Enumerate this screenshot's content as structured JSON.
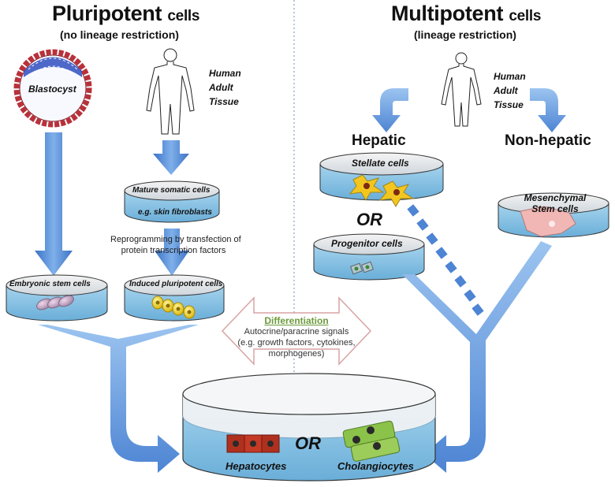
{
  "left": {
    "title": "Pluripotent",
    "title_suffix": "cells",
    "subtitle": "(no lineage restriction)",
    "blastocyst": "Blastocyst",
    "human": [
      "Human",
      "Adult",
      "Tissue"
    ],
    "mature_dish": "Mature somatic cells",
    "mature_sub": "e.g. skin fibroblasts",
    "reprogramming": [
      "Reprogramming by  transfection of",
      "protein transcription factors"
    ],
    "esc_dish": "Embryonic stem cells",
    "ipsc_dish": "Induced pluripotent cells"
  },
  "right": {
    "title": "Multipotent",
    "title_suffix": "cells",
    "subtitle": "(lineage restriction)",
    "human": [
      "Human",
      "Adult",
      "Tissue"
    ],
    "hepatic": "Hepatic",
    "non_hepatic": "Non-hepatic",
    "stellate_dish": "Stellate cells",
    "or": "OR",
    "progenitor_dish": "Progenitor cells",
    "mesenchymal_dish": [
      "Mesenchymal",
      "Stem cells"
    ]
  },
  "center": {
    "differentiation": "Differentiation",
    "signals": [
      "Autocrine/paracrine signals",
      "(e.g. growth factors, cytokines,",
      "morphogenes)"
    ]
  },
  "bottom": {
    "hepatocytes": "Hepatocytes",
    "or": "OR",
    "cholangiocytes": "Cholangiocytes"
  },
  "colors": {
    "arrow_blue": "#4f86d4",
    "arrow_light": "#9cc0ee",
    "dish_water": "#8fc7e6",
    "blastocyst_red": "#c0303a",
    "diff_green": "#6c9a3b",
    "diff_arrow_border": "#d9a3a3"
  }
}
